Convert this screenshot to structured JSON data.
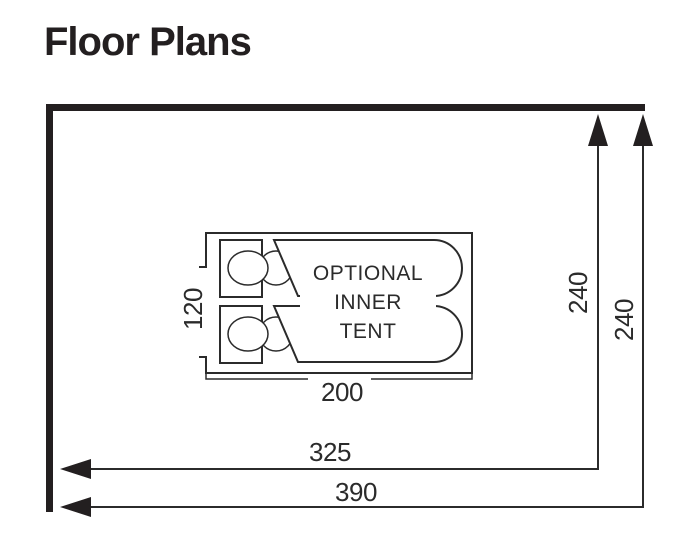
{
  "title": "Floor Plans",
  "tent": {
    "inner_label": "OPTIONAL\nINNER\nTENT",
    "inner_width": "200",
    "inner_depth": "120"
  },
  "dims": {
    "depth_inner": "240",
    "depth_outer": "240",
    "width_inner": "325",
    "width_outer": "390"
  },
  "colors": {
    "line": "#2b2b2b",
    "heavy_line": "#231f20",
    "background": "#ffffff"
  }
}
